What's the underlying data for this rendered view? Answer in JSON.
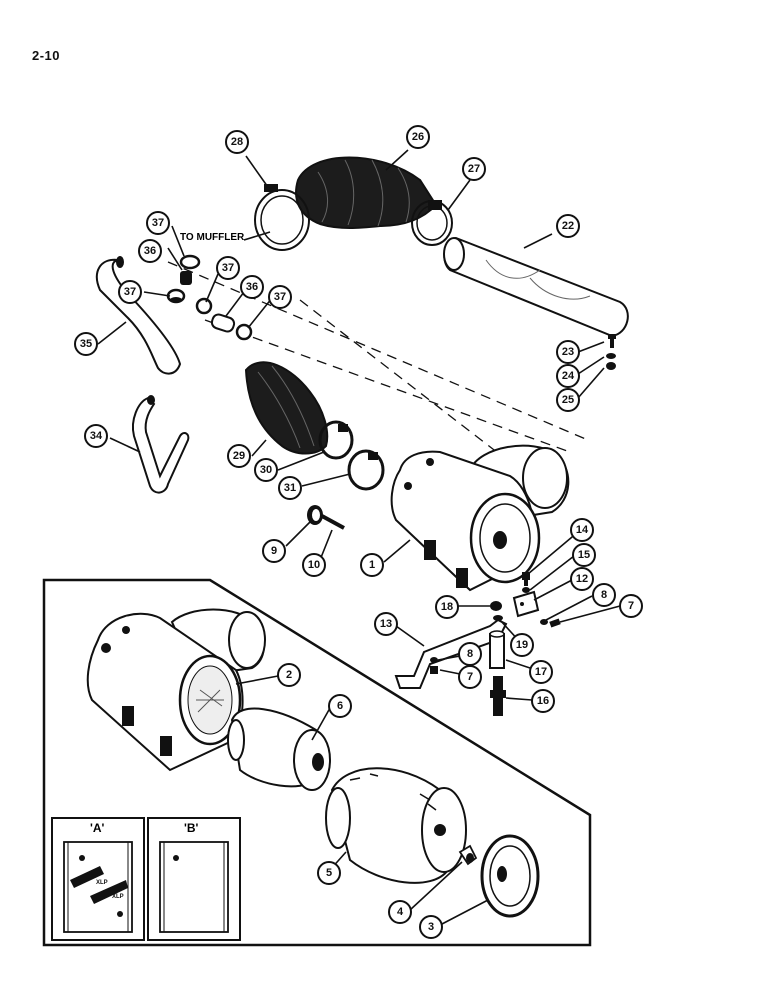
{
  "page_ref": "2-10",
  "to_muffler_label": "TO MUFFLER",
  "inset_labels": {
    "a": "'A'",
    "b": "'B'"
  },
  "filter_label_text": "XLP",
  "callouts": {
    "c1": "1",
    "c2": "2",
    "c3": "3",
    "c4": "4",
    "c5": "5",
    "c6": "6",
    "c7a": "7",
    "c7b": "7",
    "c8a": "8",
    "c8b": "8",
    "c9": "9",
    "c10": "10",
    "c12": "12",
    "c13": "13",
    "c14": "14",
    "c15": "15",
    "c16": "16",
    "c17": "17",
    "c18": "18",
    "c19": "19",
    "c22": "22",
    "c23": "23",
    "c24": "24",
    "c25": "25",
    "c26": "26",
    "c27": "27",
    "c28": "28",
    "c29": "29",
    "c30": "30",
    "c31": "31",
    "c34": "34",
    "c35": "35",
    "c36a": "36",
    "c36b": "36",
    "c37a": "37",
    "c37b": "37",
    "c37c": "37",
    "c37d": "37"
  },
  "colors": {
    "line": "#111111",
    "hose": "#1c1c1c",
    "paper": "#ffffff"
  }
}
